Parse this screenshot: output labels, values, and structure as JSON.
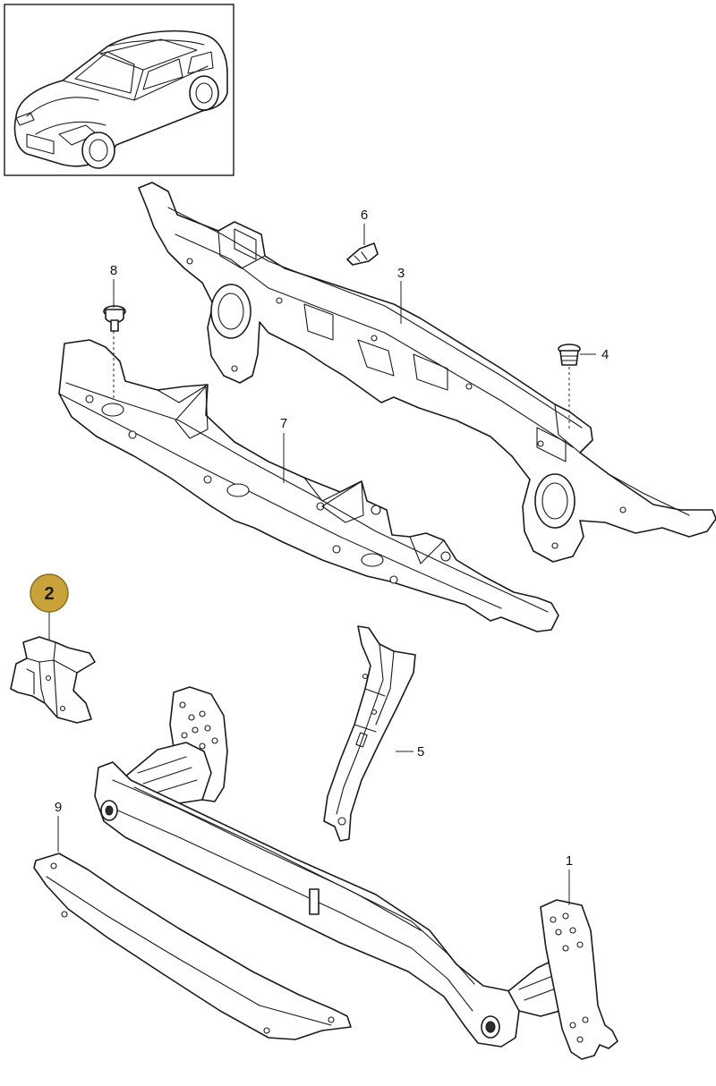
{
  "diagram": {
    "highlight_color": "#c9a23a",
    "highlight_border": "#8c6f1e",
    "selected_part": "2",
    "callouts": [
      {
        "id": "2",
        "label": "2"
      },
      {
        "id": "6",
        "label": "6"
      },
      {
        "id": "8",
        "label": "8"
      },
      {
        "id": "3",
        "label": "3"
      },
      {
        "id": "4",
        "label": "4"
      },
      {
        "id": "7",
        "label": "7"
      },
      {
        "id": "5",
        "label": "5"
      },
      {
        "id": "9",
        "label": "9"
      },
      {
        "id": "1",
        "label": "1"
      }
    ],
    "overview_icon": "car-overview-icon"
  }
}
